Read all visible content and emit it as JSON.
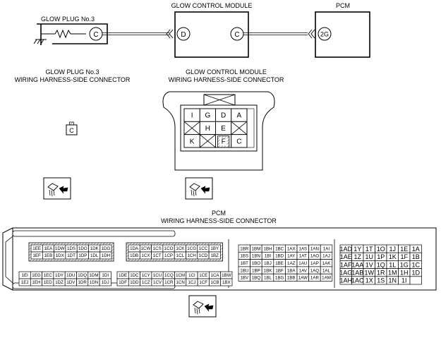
{
  "top": {
    "glow_plug_title": "GLOW PLUG No.3",
    "gcm_title": "GLOW CONTROL MODULE",
    "pcm_title": "PCM",
    "gp_terminal": "C",
    "gcm_terminal_d": "D",
    "gcm_terminal_c": "C",
    "pcm_terminal": "2G"
  },
  "connectors": {
    "gp_caption_line1": "GLOW PLUG No.3",
    "gp_caption_line2": "WIRING HARNESS-SIDE CONNECTOR",
    "gcm_caption_line1": "GLOW CONTROL MODULE",
    "gcm_caption_line2": "WIRING HARNESS-SIDE CONNECTOR",
    "gp_pin": "C",
    "gcm_pins": {
      "row1": [
        "I",
        "G",
        "D",
        "A"
      ],
      "row2": [
        "",
        "H",
        "E",
        ""
      ],
      "row3": [
        "K",
        "",
        "F",
        "C"
      ]
    },
    "pcm_caption_line1": "PCM",
    "pcm_caption_line2": "WIRING HARNESS-SIDE CONNECTOR"
  },
  "pcm_blocks": {
    "b1_top": [
      [
        "1EE",
        "1EA",
        "1DW",
        "1DS",
        "1DO",
        "1DK",
        "1DG"
      ],
      [
        "1EF",
        "1EB",
        "1DX",
        "1DT",
        "1DP",
        "1DL",
        "1DH"
      ]
    ],
    "b1_bottom": [
      [
        "1EI",
        "1EG",
        "1EC",
        "1DY",
        "1DU",
        "1DQ",
        "1DM",
        "1DI"
      ],
      [
        "1EJ",
        "1EH",
        "1ED",
        "1DZ",
        "1DV",
        "1DR",
        "1DN",
        "1DJ"
      ]
    ],
    "b2_top": [
      [
        "1DA",
        "1CW",
        "1CS",
        "1CO",
        "1CK",
        "1CG",
        "1CC",
        "1BY"
      ],
      [
        "1DB",
        "1CX",
        "1CT",
        "1CP",
        "1CL",
        "1CH",
        "1CD",
        "1BZ"
      ]
    ],
    "b2_bottom": [
      [
        "1DE",
        "1DC",
        "1CY",
        "1CU",
        "1CQ",
        "1CM",
        "1CI",
        "1CE",
        "1CA",
        "1BW"
      ],
      [
        "1DF",
        "1DD",
        "1CZ",
        "1CV",
        "1CR",
        "1CN",
        "1CJ",
        "1CF",
        "1CB",
        "1BX"
      ]
    ],
    "b3": [
      [
        "1BR",
        "1BM",
        "1BH",
        "1BC",
        "1AX",
        "1AS",
        "1AN",
        "1AI"
      ],
      [
        "1BS",
        "1BN",
        "1BI",
        "1BD",
        "1AY",
        "1AT",
        "1AO",
        "1AJ"
      ],
      [
        "1BT",
        "1BO",
        "1BJ",
        "1BE",
        "1AZ",
        "1AU",
        "1AP",
        "1AK"
      ],
      [
        "1BU",
        "1BP",
        "1BK",
        "1BF",
        "1BA",
        "1AV",
        "1AQ",
        "1AL"
      ],
      [
        "1BV",
        "1BQ",
        "1BL",
        "1BG",
        "1BB",
        "1AW",
        "1AR",
        "1AM"
      ]
    ],
    "b4": [
      [
        "1AD",
        "1Y",
        "1T",
        "1O",
        "1J",
        "1E",
        "1A"
      ],
      [
        "1AE",
        "1Z",
        "1U",
        "1P",
        "1K",
        "1F",
        "1B"
      ],
      [
        "1AF",
        "1AA",
        "1V",
        "1Q",
        "1L",
        "1G",
        "1C"
      ],
      [
        "1AG",
        "1AB",
        "1W",
        "1R",
        "1M",
        "1H",
        "1D"
      ],
      [
        "1AH",
        "1AC",
        "1X",
        "1S",
        "1N",
        "1I",
        ""
      ]
    ]
  }
}
